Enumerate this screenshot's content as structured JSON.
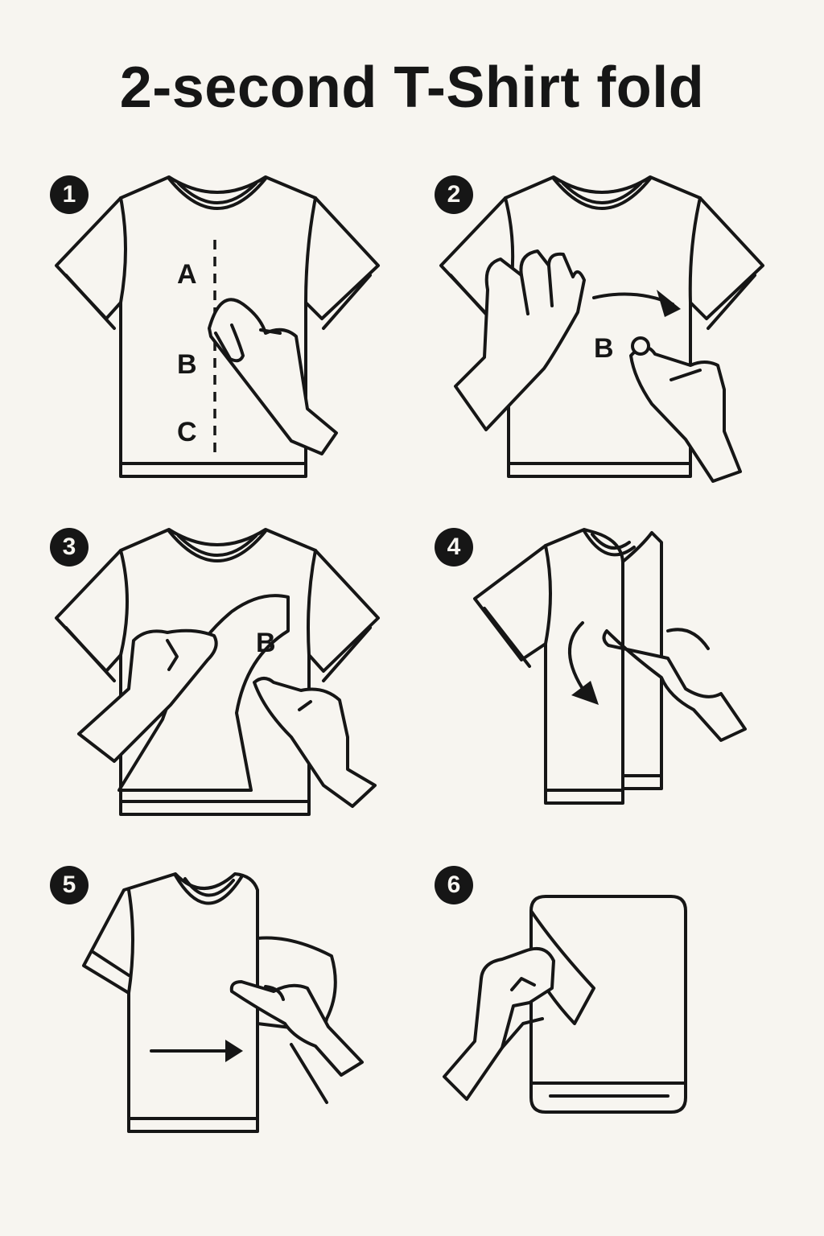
{
  "title": "2-second T-Shirt fold",
  "steps": [
    {
      "number": "1",
      "labels": [
        "A",
        "B",
        "C"
      ]
    },
    {
      "number": "2",
      "labels": [
        "B"
      ]
    },
    {
      "number": "3",
      "labels": [
        "B"
      ]
    },
    {
      "number": "4",
      "labels": []
    },
    {
      "number": "5",
      "labels": []
    },
    {
      "number": "6",
      "labels": []
    }
  ],
  "icons": [
    "tshirt-icon",
    "hand-icon",
    "arrow-icon",
    "folded-shirt-icon"
  ]
}
